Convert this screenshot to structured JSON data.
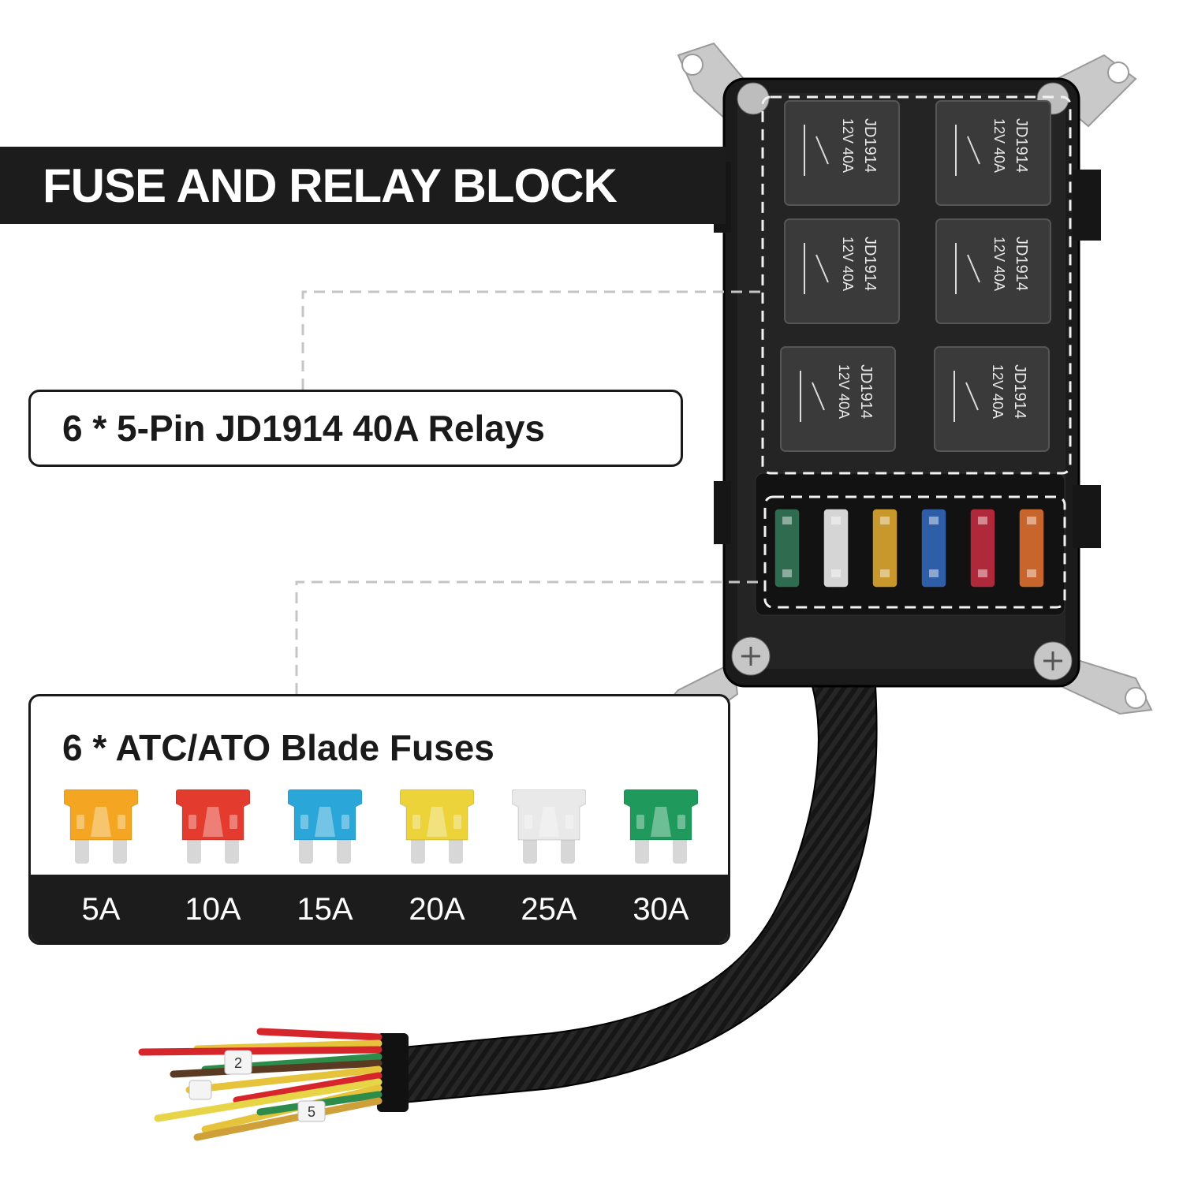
{
  "title": "FUSE AND RELAY BLOCK",
  "relay_callout": "6 * 5-Pin JD1914 40A Relays",
  "fuse_callout": "6 * ATC/ATO Blade Fuses",
  "relay_label": {
    "model": "JD1914",
    "rating": "12V  40A"
  },
  "fuses": [
    {
      "rating": "5A",
      "color": "#f4a623"
    },
    {
      "rating": "10A",
      "color": "#e33b2e"
    },
    {
      "rating": "15A",
      "color": "#2aa7d8"
    },
    {
      "rating": "20A",
      "color": "#ecd33a"
    },
    {
      "rating": "25A",
      "color": "#e9e9e9"
    },
    {
      "rating": "30A",
      "color": "#1f9a5c"
    }
  ],
  "installed_fuse_colors": [
    "#2f6b4e",
    "#d5d5d5",
    "#c9982d",
    "#2f5ea8",
    "#b0293a",
    "#c8652c"
  ],
  "wire_tags": [
    "2",
    "5"
  ]
}
